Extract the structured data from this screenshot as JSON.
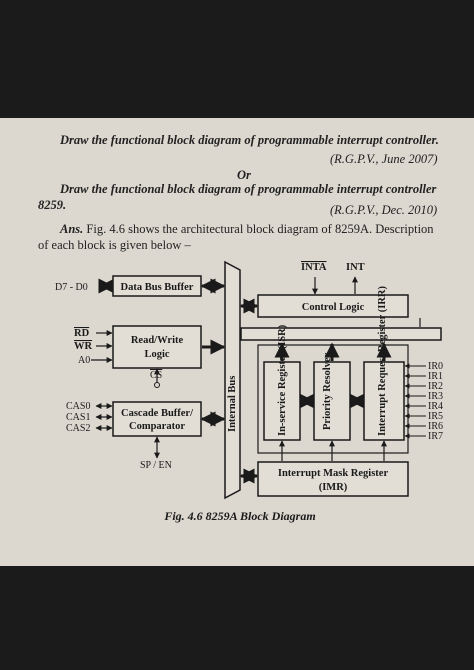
{
  "question1": {
    "text": "Draw the functional block diagram of programmable interrupt controller.",
    "source": "(R.G.P.V., June 2007)"
  },
  "or_text": "Or",
  "question2": {
    "line1": "Draw the functional block diagram of programmable interrupt controller",
    "line2": "8259.",
    "source": "(R.G.P.V., Dec. 2010)"
  },
  "answer": {
    "label": "Ans.",
    "line1": "Fig. 4.6 shows the architectural block diagram of 8259A. Description",
    "line2": "of each block is given below –"
  },
  "diagram": {
    "pins": {
      "d": "D7 - D0",
      "rd": "RD",
      "wr": "WR",
      "a0": "A0",
      "cs": "CS",
      "cas0": "CAS0",
      "cas1": "CAS1",
      "cas2": "CAS2",
      "sp_en": "SP / EN",
      "inta": "INTA",
      "int": "INT"
    },
    "blocks": {
      "data_bus_buffer": "Data Bus Buffer",
      "rw_logic_1": "Read/Write",
      "rw_logic_2": "Logic",
      "cascade_1": "Cascade Buffer/",
      "cascade_2": "Comparator",
      "internal_bus": "Internal Bus",
      "control_logic": "Control Logic",
      "isr": "In-service Register (ISR)",
      "priority": "Priority Resolver",
      "irr": "Interrupt Request Register (IRR)",
      "imr_1": "Interrupt Mask Register",
      "imr_2": "(IMR)"
    },
    "ir_lines": [
      "IR0",
      "IR1",
      "IR2",
      "IR3",
      "IR4",
      "IR5",
      "IR6",
      "IR7"
    ],
    "caption": "Fig. 4.6 8259A Block Diagram"
  }
}
